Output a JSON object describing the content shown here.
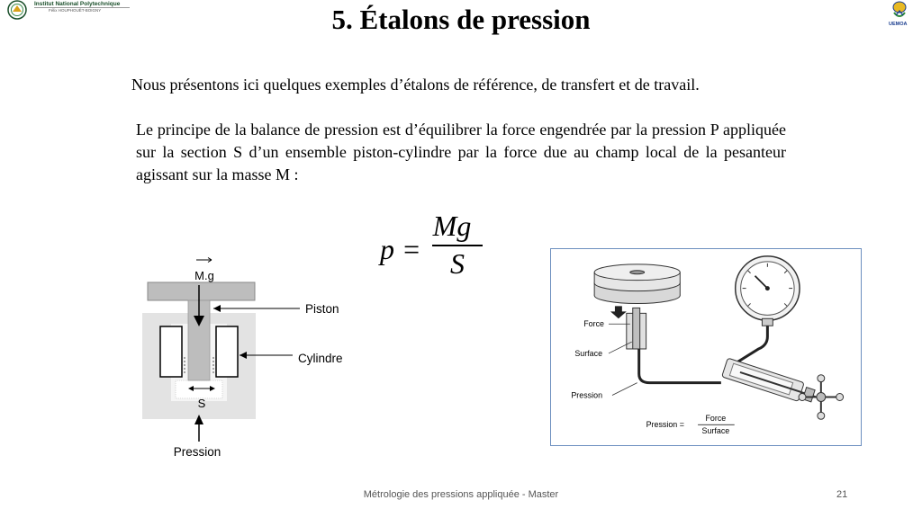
{
  "header": {
    "institution_name": "Institut National Polytechnique",
    "institution_sub": "Félix HOUPHOUËT-BOIGNY",
    "right_logo_text": "UEMOA"
  },
  "slide": {
    "title": "5.  Étalons de pression",
    "intro": "Nous présentons ici quelques exemples d’étalons de référence, de transfert et de travail.",
    "principle": "Le principe de la balance de pression est d’équilibrer la force engendrée par la pression P appliquée sur la section S d’un ensemble piston-cylindre par la force due au champ local de la pesanteur agissant sur la masse M :"
  },
  "formula": {
    "lhs": "p =",
    "numerator": "Mg",
    "denominator": "S"
  },
  "figure_left": {
    "mass_label": "M.g",
    "piston_label": "Piston",
    "cylinder_label": "Cylindre",
    "section_label": "S",
    "pressure_label": "Pression"
  },
  "figure_right": {
    "force_label": "Force",
    "surface_label": "Surface",
    "pressure_label": "Pression",
    "eq_lhs": "Pression =",
    "eq_num": "Force",
    "eq_den": "Surface"
  },
  "footer": {
    "text": "Métrologie des pressions appliquée - Master",
    "page": "21"
  },
  "colors": {
    "logo_green": "#1a4f2a",
    "logo_blue": "#1a3d8f",
    "frame_blue": "#6c8fbf",
    "piston_gray": "#bdbdbd",
    "body_gray": "#e3e3e3"
  }
}
